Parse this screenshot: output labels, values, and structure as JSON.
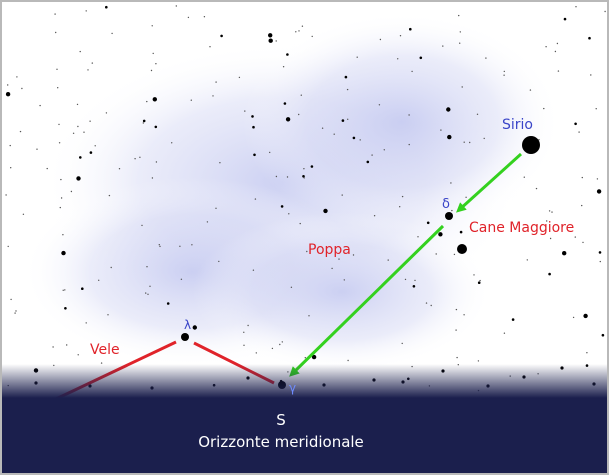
{
  "labels": {
    "sirius": "Sirio",
    "canis_major": "Cane Maggiore",
    "delta": "δ",
    "puppis": "Poppa",
    "vela": "Vele",
    "lambda": "λ",
    "gamma": "γ",
    "direction": "S",
    "horizon": "Orizzonte meridionale"
  },
  "colors": {
    "star_name": "#3a45c8",
    "constellation_name": "#e0232a",
    "arrow": "#34d11f",
    "constellation_line": "#e0232a",
    "horizon_band": "#1b1f4d",
    "horizon_text": "#ffffff",
    "milky_way": "#c9cdf2"
  }
}
